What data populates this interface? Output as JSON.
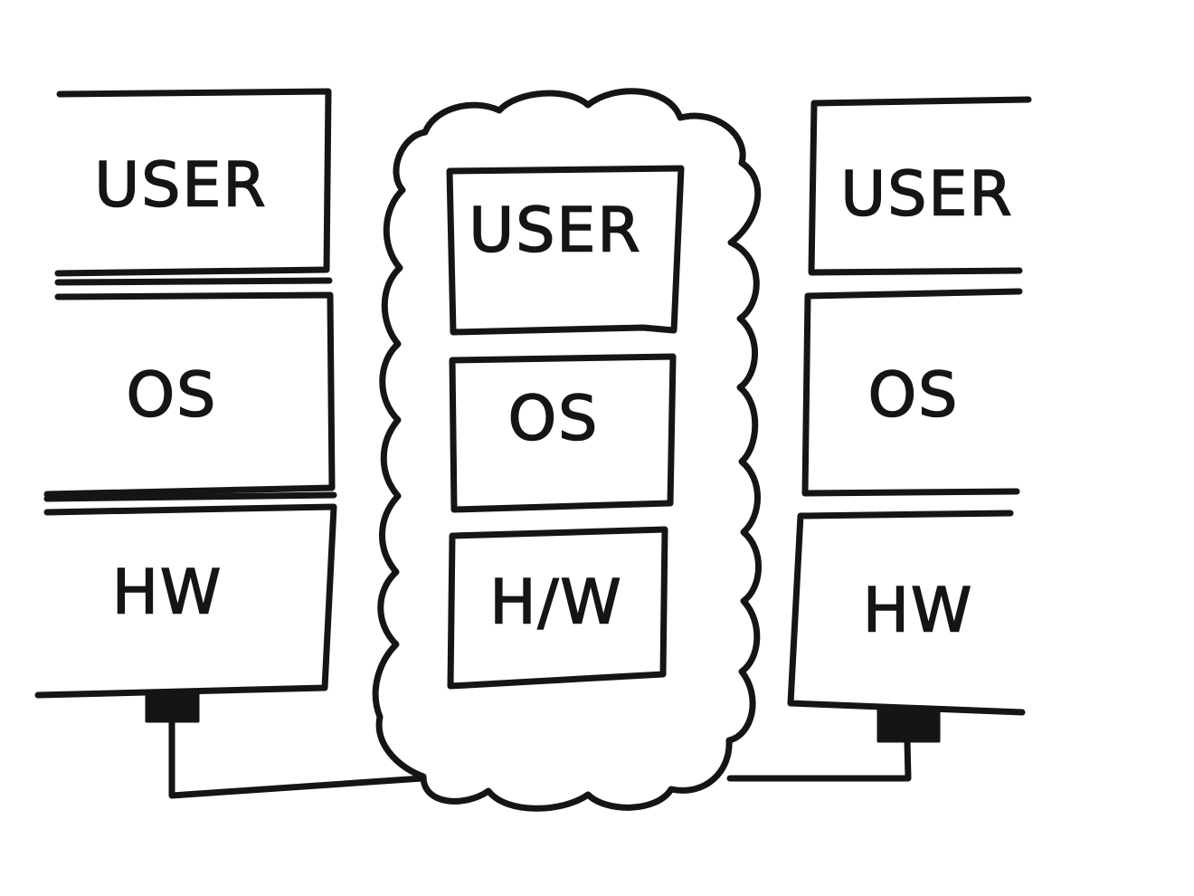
{
  "diagram": {
    "left_stack": {
      "user": "USER",
      "os": "OS",
      "hw": "HW"
    },
    "cloud_stack": {
      "user": "USER",
      "os": "OS",
      "hw": "H/W"
    },
    "right_stack": {
      "user": "USER",
      "os": "OS",
      "hw": "HW"
    }
  },
  "colors": {
    "ink": "#151515",
    "paper": "#ffffff"
  }
}
